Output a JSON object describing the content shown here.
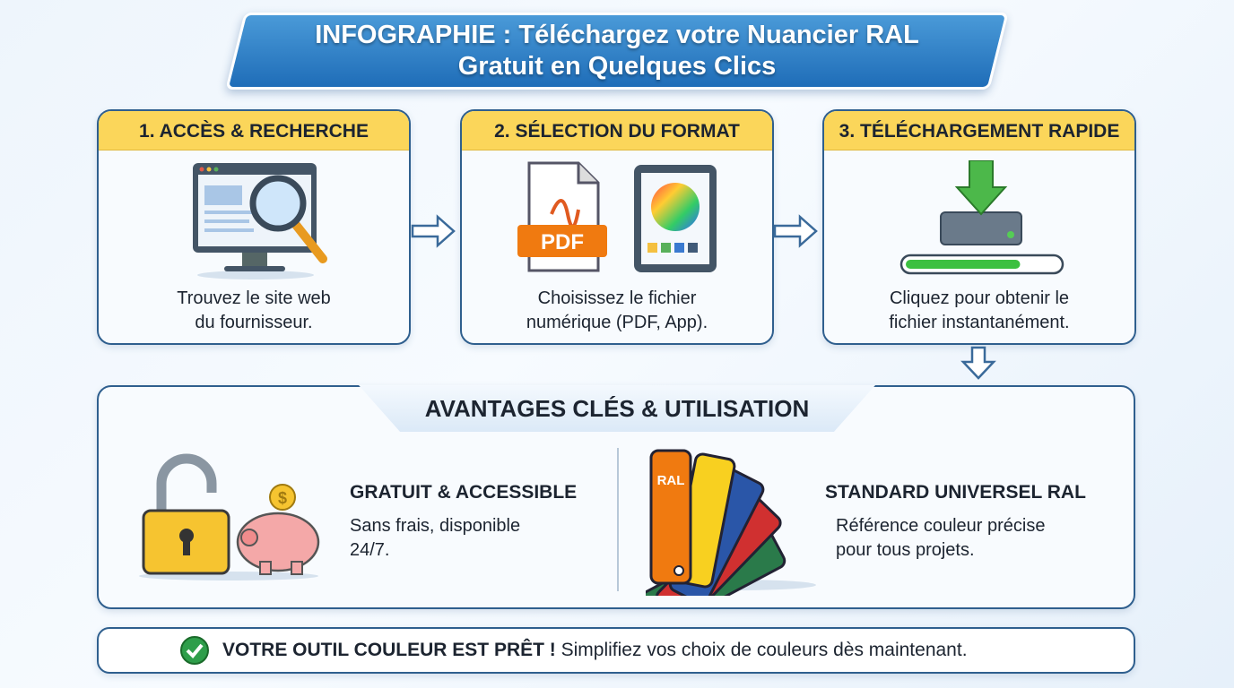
{
  "title": {
    "line1": "INFOGRAPHIE : Téléchargez votre Nuancier RAL",
    "line2": "Gratuit en Quelques Clics"
  },
  "steps": [
    {
      "label": "1. ACCÈS & RECHERCHE",
      "line1": "Trouvez le site web",
      "line2": "du fournisseur.",
      "icon": "browser-magnifier-icon"
    },
    {
      "label": "2. SÉLECTION DU FORMAT",
      "line1": "Choisissez le fichier",
      "line2": "numérique (PDF, App).",
      "icon": "pdf-tablet-icon",
      "pdf_label": "PDF"
    },
    {
      "label": "3. TÉLÉCHARGEMENT RAPIDE",
      "line1": "Cliquez pour obtenir le",
      "line2": "fichier instantanément.",
      "icon": "download-drive-icon",
      "progress": 0.75
    }
  ],
  "advantages": {
    "title": "AVANTAGES CLÉS & UTILISATION",
    "items": [
      {
        "title": "GRATUIT & ACCESSIBLE",
        "line1": "Sans frais, disponible",
        "line2": "24/7.",
        "icon": "padlock-piggy-bank-icon"
      },
      {
        "title": "STANDARD UNIVERSEL RAL",
        "line1": "Référence couleur précise",
        "line2": "pour tous projets.",
        "icon": "ral-fan-deck-icon",
        "fan_label": "RAL"
      }
    ]
  },
  "footer": {
    "bold": "VOTRE OUTIL COULEUR EST PRÊT !",
    "text": " Simplifiez vos choix de couleurs dès maintenant.",
    "icon": "check-circle-icon"
  },
  "colors": {
    "header_yellow": "#fbd65a",
    "banner_blue": "#1f6db8",
    "border_navy": "#2f5f8e",
    "check_green": "#2e9e4a"
  }
}
